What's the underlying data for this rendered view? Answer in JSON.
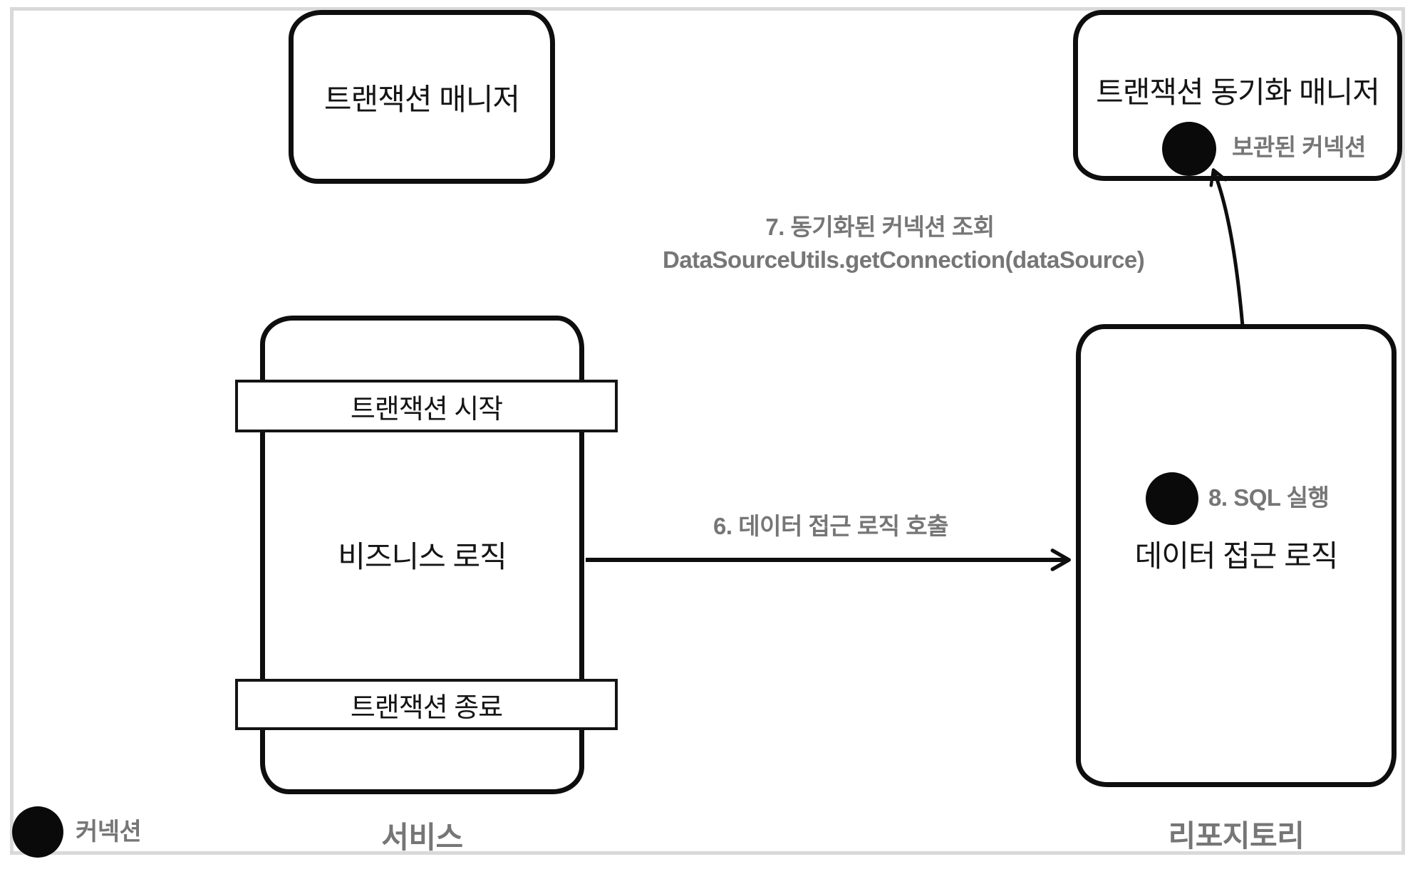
{
  "boxes": {
    "tx_manager": {
      "label": "트랜잭션 매니저"
    },
    "sync_manager": {
      "title": "트랜잭션 동기화 매니저",
      "stored_connection": "보관된 커넥션"
    },
    "service": {
      "tx_start": "트랜잭션 시작",
      "business_logic": "비즈니스 로직",
      "tx_end": "트랜잭션 종료",
      "footer_label": "서비스"
    },
    "repository": {
      "sql_exec": "8. SQL 실행",
      "data_access_logic": "데이터 접근 로직",
      "footer_label": "리포지토리"
    }
  },
  "arrows": {
    "call_data_access": {
      "label": "6. 데이터 접근 로직 호출"
    },
    "get_connection": {
      "line1": "7. 동기화된 커넥션 조회",
      "line2": "DataSourceUtils.getConnection(dataSource)"
    }
  },
  "legend": {
    "connection": "커넥션"
  },
  "colors": {
    "ink": "#141414",
    "muted_gray": "#767676",
    "frame_gray": "#d9d9d9"
  }
}
